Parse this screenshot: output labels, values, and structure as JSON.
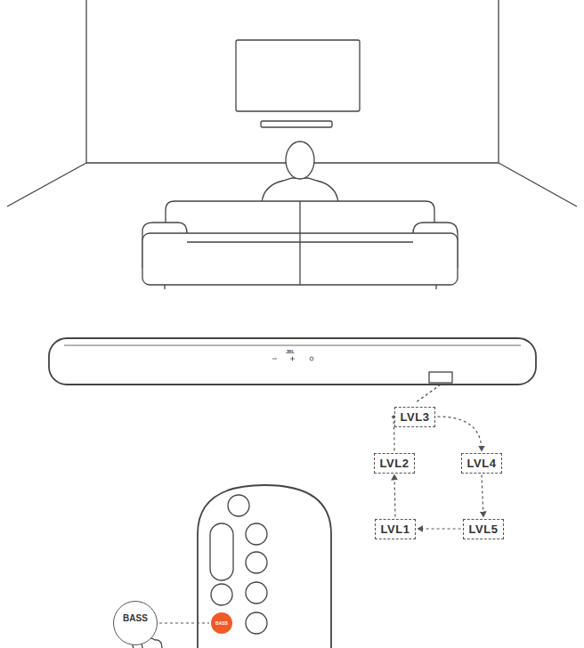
{
  "diagram": {
    "nodes": [
      {
        "text": [
          "LVL3"
        ]
      },
      {
        "text": [
          "LVL2"
        ]
      },
      {
        "text": [
          "LVL4"
        ]
      },
      {
        "text": [
          "LVL1"
        ]
      },
      {
        "text": [
          "LVL5"
        ]
      },
      {
        "text": [
          "BASS"
        ]
      },
      {
        "text": [
          "BASS"
        ]
      }
    ],
    "edges": [
      {
        "from": 0,
        "to": 2,
        "arrow": "to"
      },
      {
        "from": 2,
        "to": 4,
        "arrow": "to"
      },
      {
        "from": 4,
        "to": 3,
        "arrow": "to"
      },
      {
        "from": 3,
        "to": 1,
        "arrow": "to"
      },
      {
        "from": 1,
        "to": 0,
        "arrow": "to"
      },
      {
        "from": 6,
        "to": 5,
        "arrow": "none"
      }
    ],
    "labels": [
      "JBL"
    ]
  }
}
